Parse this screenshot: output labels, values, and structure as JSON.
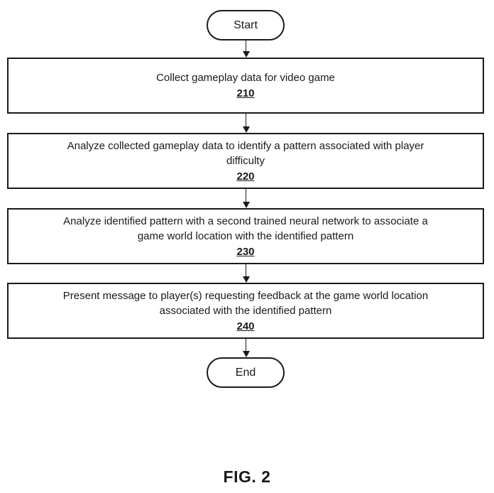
{
  "figure": {
    "caption": "FIG. 2"
  },
  "flowchart": {
    "start_label": "Start",
    "end_label": "End",
    "steps": [
      {
        "text": "Collect gameplay data for video game",
        "ref": "210"
      },
      {
        "text": "Analyze collected gameplay data to identify a pattern associated with player\ndifficulty",
        "ref": "220"
      },
      {
        "text": "Analyze identified pattern with a second trained neural network to associate a\ngame world location with the identified pattern",
        "ref": "230"
      },
      {
        "text": "Present message to player(s) requesting feedback at the game world location\nassociated with the identified pattern",
        "ref": "240"
      }
    ],
    "colors": {
      "line": "#1a1a1a",
      "background": "#ffffff",
      "text": "#1a1a1a"
    }
  }
}
